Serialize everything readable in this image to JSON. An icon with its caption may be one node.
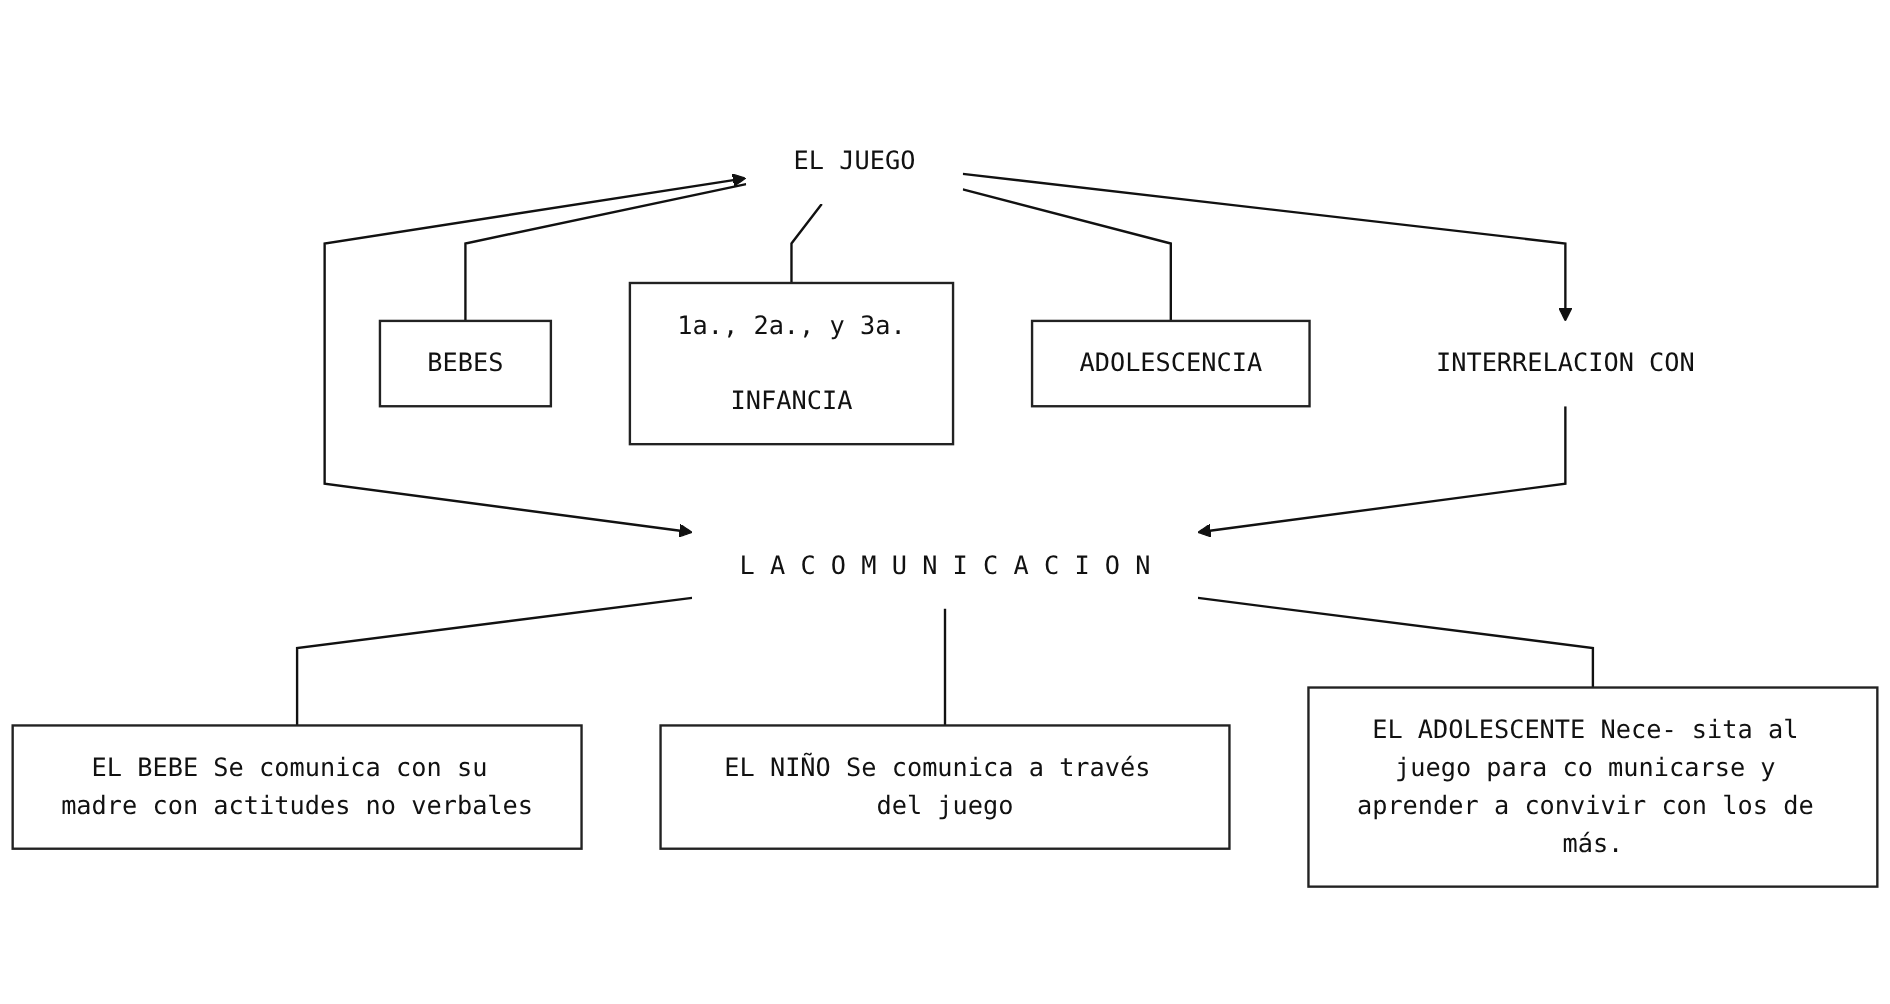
{
  "diagram": {
    "nodes": [
      {
        "text": [
          "EL JUEGO"
        ]
      },
      {
        "text": [
          "INTERRELACION CON"
        ]
      },
      {
        "text": [
          "BEBES"
        ]
      },
      {
        "text": [
          "1a., 2a., y 3a.",
          "INFANCIA"
        ]
      },
      {
        "text": [
          "ADOLESCENCIA"
        ]
      },
      {
        "text": [
          "L A  C O M U N I C A C I O N"
        ]
      },
      {
        "text": [
          "EL BEBE Se comunica con su madre con actitudes no verbales"
        ]
      },
      {
        "text": [
          "EL NIÑO Se comunica a través del juego"
        ]
      },
      {
        "text": [
          "EL ADOLESCENTE Nece- sita al juego para co municarse y aprender a convivir con los de más."
        ]
      }
    ],
    "edges": [
      {
        "from": 0,
        "to": 1,
        "arrow": "to"
      },
      {
        "from": 0,
        "to": 2,
        "arrow": "none"
      },
      {
        "from": 0,
        "to": 3,
        "arrow": "none"
      },
      {
        "from": 0,
        "to": 4,
        "arrow": "none"
      },
      {
        "from": 0,
        "to": 5,
        "arrow": "both"
      },
      {
        "from": 1,
        "to": 5,
        "arrow": "to"
      },
      {
        "from": 5,
        "to": 6,
        "arrow": "none"
      },
      {
        "from": 5,
        "to": 7,
        "arrow": "none"
      },
      {
        "from": 5,
        "to": 8,
        "arrow": "none"
      }
    ]
  }
}
